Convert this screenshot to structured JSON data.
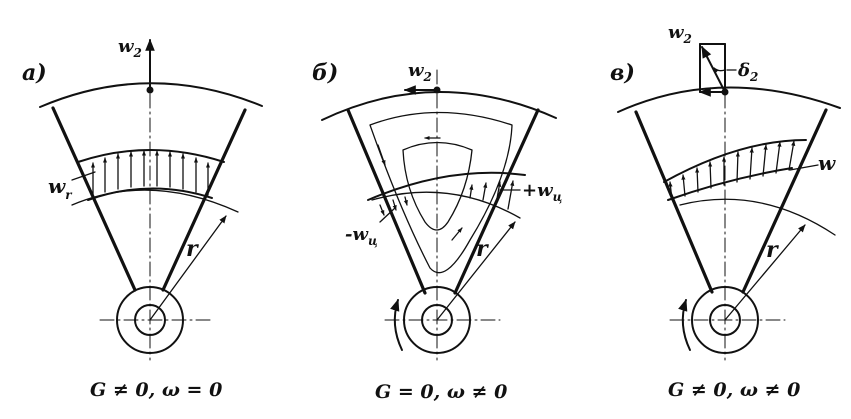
{
  "panels": [
    {
      "letter": "а)",
      "caption": "G ≠ 0, ω = 0",
      "labels": {
        "w2": "w",
        "w2_sub": "2",
        "wr": "w",
        "wr_sub": "r",
        "r": "r"
      }
    },
    {
      "letter": "б)",
      "caption": "G = 0, ω ≠ 0",
      "labels": {
        "w2": "w",
        "w2_sub": "2",
        "plus_wc": "+w",
        "plus_wc_sub": "ц",
        "minus_wc": "-w",
        "minus_wc_sub": "ц",
        "r": "r"
      }
    },
    {
      "letter": "в)",
      "caption": "G ≠ 0, ω ≠ 0",
      "labels": {
        "w2": "w",
        "w2_sub": "2",
        "delta2": "δ",
        "delta2_sub": "2",
        "w": "w",
        "r": "r"
      }
    }
  ]
}
